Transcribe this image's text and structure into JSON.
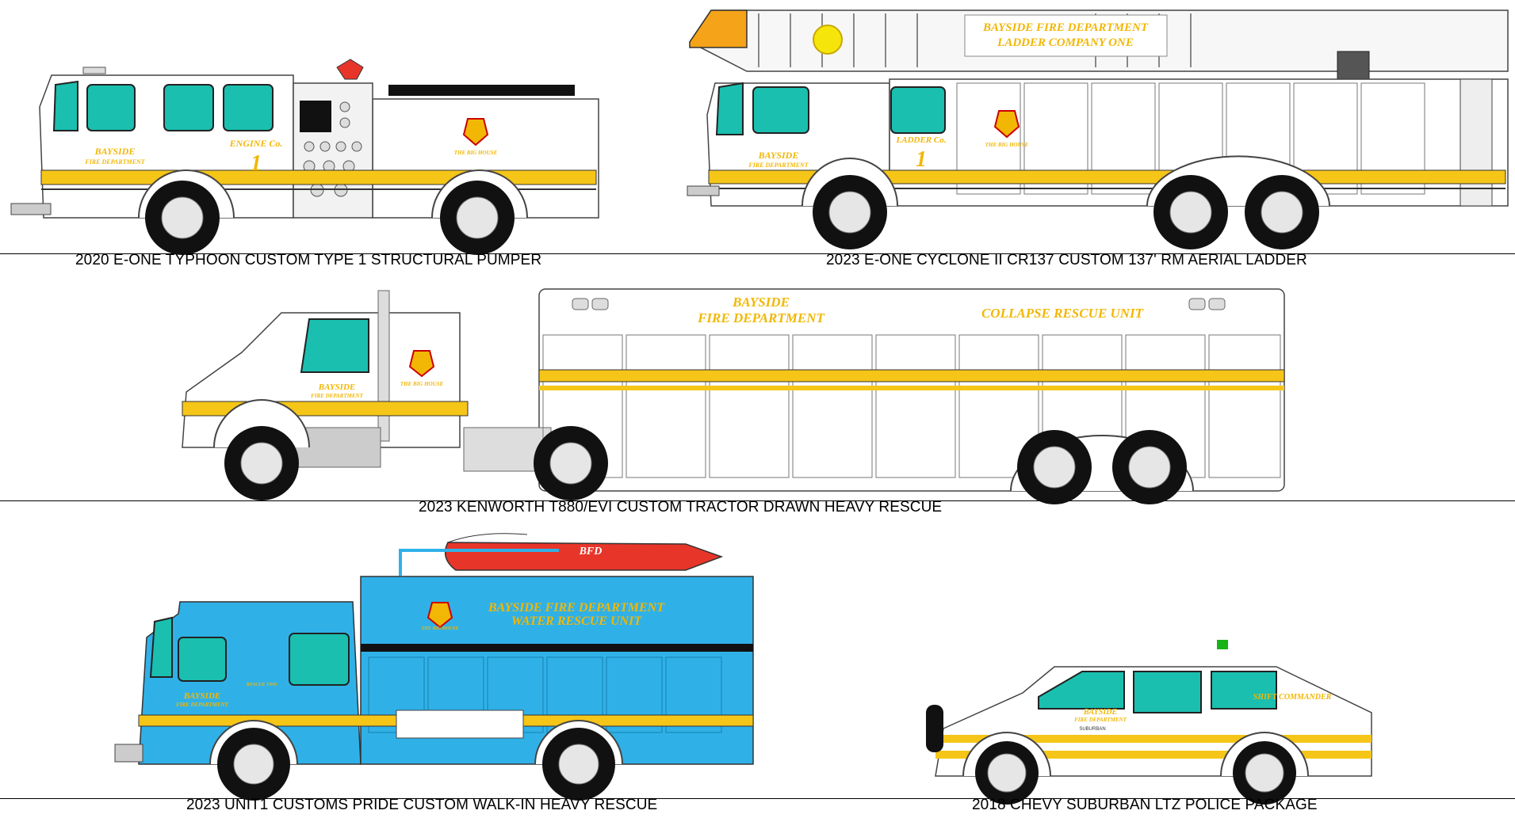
{
  "colors": {
    "body_white": "#ffffff",
    "stripe_yellow": "#f5c518",
    "window_teal": "#1abfb0",
    "water_rescue_blue": "#2fb1e8",
    "lettering_gold": "#f2b705",
    "boat_red": "#e8352a",
    "tire_black": "#111111",
    "beacon_green": "#18b318"
  },
  "vehicles": [
    {
      "caption": "2020 E-ONE TYPHOON CUSTOM TYPE 1 STRUCTURAL PUMPER",
      "cab_label": "ENGINE Co.",
      "unit_number": "1",
      "dept_line1": "BAYSIDE",
      "dept_line2": "FIRE DEPARTMENT",
      "patch_motto": "THE BIG HOUSE"
    },
    {
      "caption": "2023 E-ONE CYCLONE II CR137 CUSTOM 137' RM AERIAL LADDER",
      "ladder_line1": "BAYSIDE FIRE DEPARTMENT",
      "ladder_line2": "LADDER COMPANY ONE",
      "cab_label": "LADDER Co.",
      "unit_number": "1",
      "dept_line1": "BAYSIDE",
      "dept_line2": "FIRE DEPARTMENT",
      "patch_motto": "THE BIG HOUSE"
    },
    {
      "caption": "2023 KENWORTH T880/EVI CUSTOM TRACTOR DRAWN HEAVY RESCUE",
      "body_line1": "BAYSIDE",
      "body_line2": "FIRE DEPARTMENT",
      "unit_title": "COLLAPSE RESCUE UNIT",
      "dept_line1": "BAYSIDE",
      "dept_line2": "FIRE DEPARTMENT",
      "patch_motto": "THE BIG HOUSE"
    },
    {
      "caption": "2023 UNIT1 CUSTOMS PRIDE CUSTOM WALK-IN HEAVY RESCUE",
      "boat_label": "BFD",
      "body_line1": "BAYSIDE FIRE DEPARTMENT",
      "body_line2": "WATER RESCUE UNIT",
      "cab_label": "RESCUE TWO",
      "dept_line1": "BAYSIDE",
      "dept_line2": "FIRE DEPARTMENT",
      "patch_motto": "THE BIG HOUSE"
    },
    {
      "caption": "2018 CHEVY SUBURBAN LTZ POLICE PACKAGE",
      "role_label": "SHIFT COMMANDER",
      "dept_line1": "BAYSIDE",
      "dept_line2": "FIRE DEPARTMENT",
      "model_badge": "SUBURBAN"
    }
  ]
}
